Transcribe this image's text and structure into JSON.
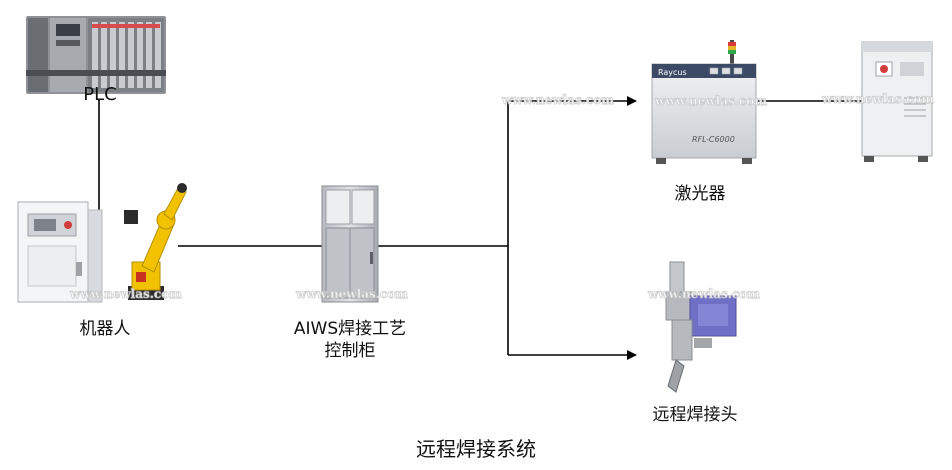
{
  "nodes": {
    "plc": {
      "label": "PLC"
    },
    "robot": {
      "label": "机器人"
    },
    "controller": {
      "line1": "AIWS焊接工艺",
      "line2": "控制柜"
    },
    "laser": {
      "label": "激光器"
    },
    "head": {
      "label": "远程焊接头"
    }
  },
  "title": "远程焊接系统",
  "watermark": "www.newlas.com",
  "device_text": {
    "laser_brand": "Raycus",
    "laser_model": "RFL-C6000"
  },
  "colors": {
    "line": "#000000",
    "robot_yellow": "#f2c200",
    "robot_dark": "#2b2b2b",
    "cabinet": "#c9ccd0",
    "laser_body": "#dfe1e4",
    "head_panel": "#6f6fc6"
  },
  "icons": [
    "plc-icon",
    "robot-controller-icon",
    "robot-arm-icon",
    "cabinet-icon",
    "laser-icon",
    "chiller-icon",
    "weld-head-icon"
  ]
}
